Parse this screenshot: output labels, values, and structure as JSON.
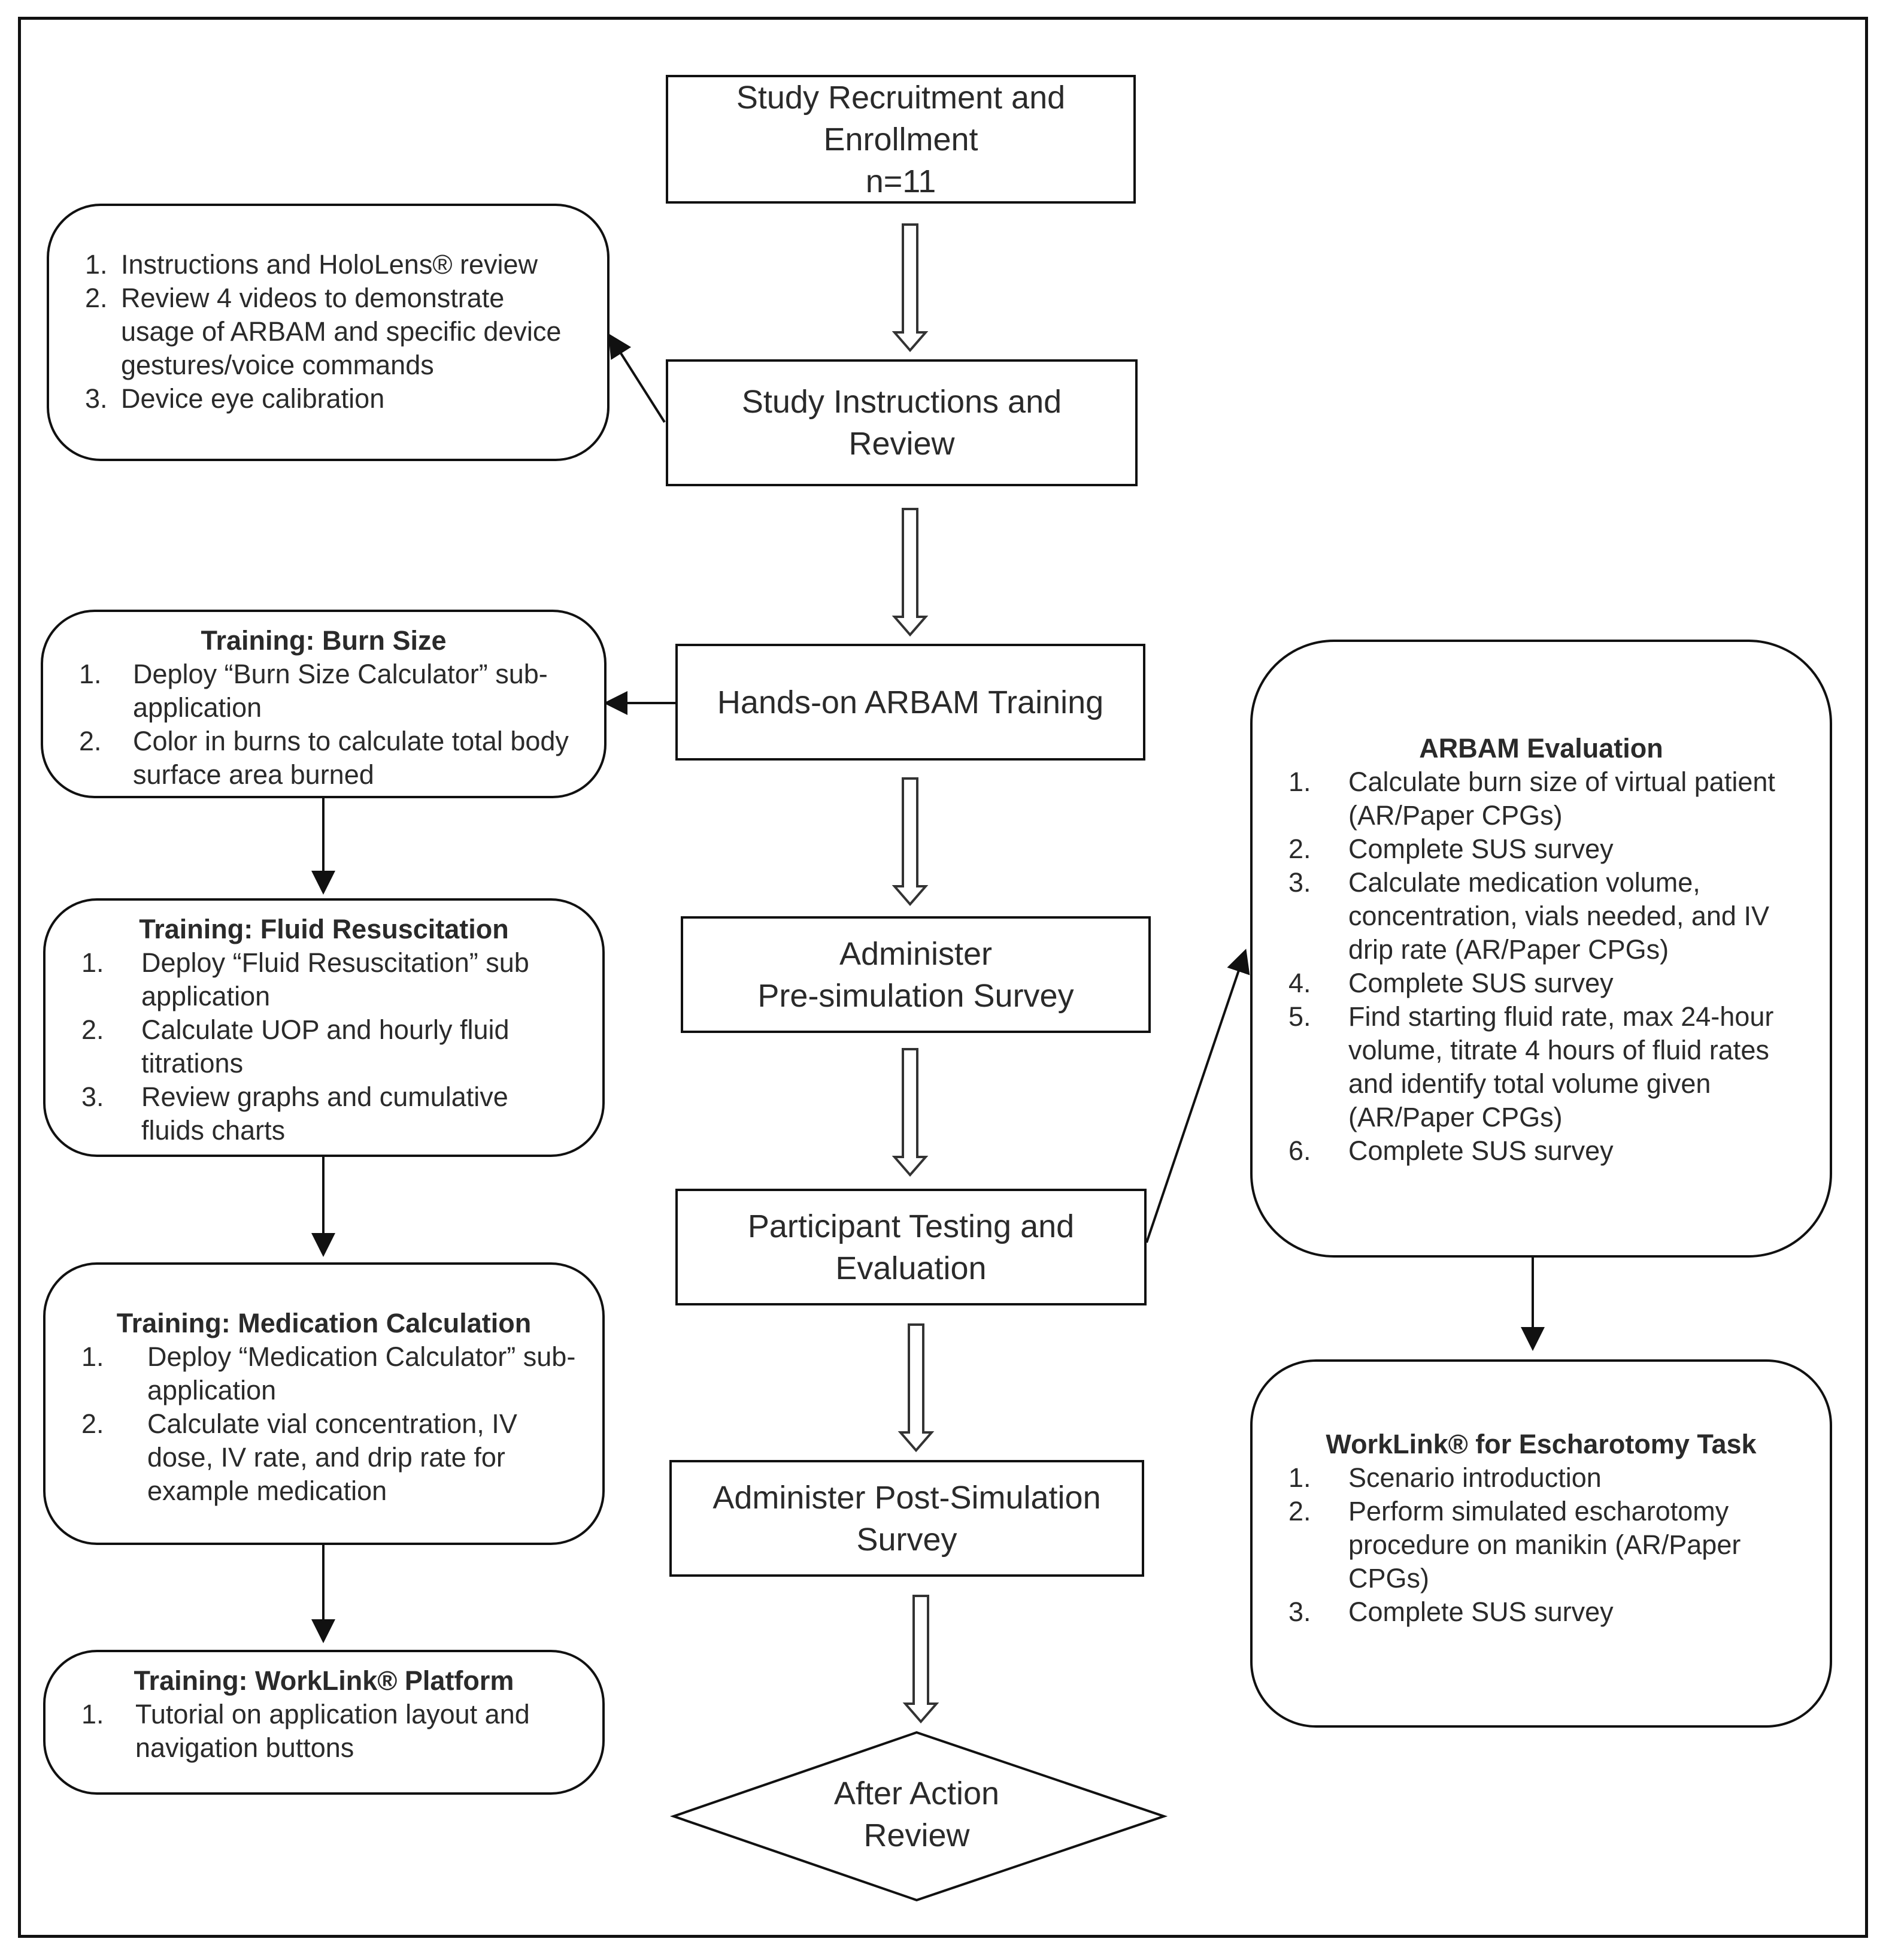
{
  "main": {
    "recruit": [
      "Study Recruitment  and",
      "Enrollment",
      "n=11"
    ],
    "instructions": [
      "Study Instructions  and",
      "Review"
    ],
    "training": [
      "Hands-on  ARBAM Training"
    ],
    "pre_survey": [
      "Administer",
      "Pre-simulation  Survey"
    ],
    "testing": [
      "Participant Testing and",
      "Evaluation"
    ],
    "post_survey": [
      "Administer Post-Simulation",
      "Survey"
    ],
    "after_action": [
      "After Action",
      "Review"
    ]
  },
  "left": {
    "instructions_detail": {
      "items": [
        {
          "num": "1.",
          "text": "Instructions and HoloLens® review"
        },
        {
          "num": "2.",
          "text": "Review 4 videos to demonstrate usage of ARBAM and specific device gestures/voice commands"
        },
        {
          "num": "3.",
          "text": "Device eye calibration"
        }
      ]
    },
    "burn_size": {
      "title": "Training:  Burn Size",
      "items": [
        {
          "num": "1.",
          "text": "Deploy “Burn Size Calculator” sub-application"
        },
        {
          "num": "2.",
          "text": "Color in burns to calculate total body surface area burned"
        }
      ]
    },
    "fluid": {
      "title": "Training: Fluid Resuscitation",
      "items": [
        {
          "num": "1.",
          "text": "Deploy “Fluid Resuscitation” sub application"
        },
        {
          "num": "2.",
          "text": "Calculate UOP  and hourly fluid titrations"
        },
        {
          "num": "3.",
          "text": "Review graphs and cumulative fluids charts"
        }
      ]
    },
    "medication": {
      "title": "Training: Medication Calculation",
      "items": [
        {
          "num": "1.",
          "text": "Deploy “Medication Calculator” sub-application"
        },
        {
          "num": "2.",
          "text": "Calculate vial concentration, IV dose, IV rate, and drip rate for example medication"
        }
      ]
    },
    "worklink": {
      "title": "Training: WorkLink® Platform",
      "items": [
        {
          "num": "1.",
          "text": "Tutorial on application layout and navigation buttons"
        }
      ]
    }
  },
  "right": {
    "arbam_eval": {
      "title": "ARBAM Evaluation",
      "items": [
        {
          "num": "1.",
          "text": "Calculate burn size  of virtual patient  (AR/Paper CPGs)"
        },
        {
          "num": "2.",
          "text": "Complete  SUS survey"
        },
        {
          "num": "3.",
          "text": "Calculate medication volume, concentration, vials needed, and IV drip rate (AR/Paper CPGs)"
        },
        {
          "num": "4.",
          "text": "Complete  SUS survey"
        },
        {
          "num": "5.",
          "text": "Find starting fluid rate, max 24-hour volume, titrate 4 hours of fluid rates and identify total volume given  (AR/Paper CPGs)"
        },
        {
          "num": "6.",
          "text": "Complete  SUS survey"
        }
      ]
    },
    "escharotomy": {
      "title": "WorkLink® for Escharotomy Task",
      "items": [
        {
          "num": "1.",
          "text": "Scenario introduction"
        },
        {
          "num": "2.",
          "text": "Perform simulated  escharotomy procedure on manikin  (AR/Paper CPGs)"
        },
        {
          "num": "3.",
          "text": "Complete  SUS survey"
        }
      ]
    }
  }
}
